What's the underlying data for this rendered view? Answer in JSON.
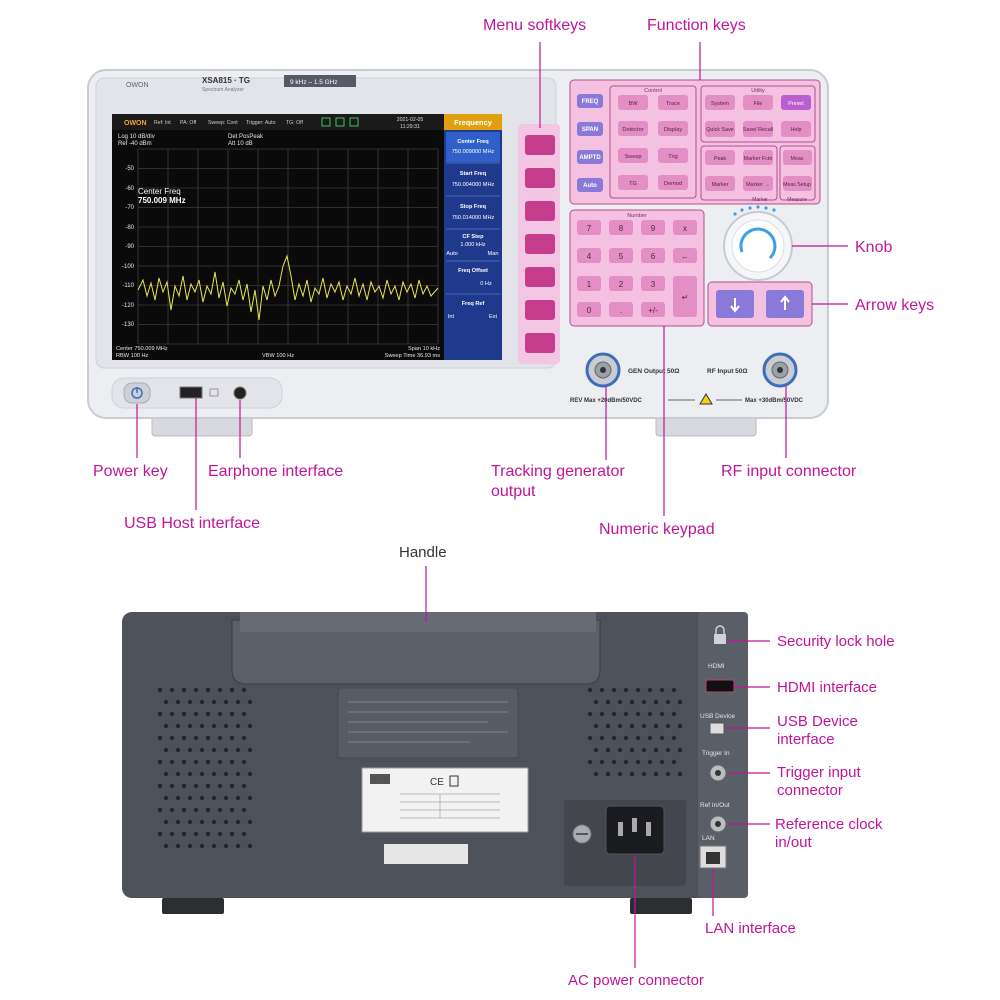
{
  "callouts": {
    "menu_softkeys": "Menu softkeys",
    "function_keys": "Function keys",
    "knob": "Knob",
    "arrow_keys": "Arrow keys",
    "power_key": "Power key",
    "earphone_interface": "Earphone interface",
    "usb_host_interface": "USB Host interface",
    "tracking_generator_output": "Tracking generator\noutput",
    "rf_input_connector": "RF input connector",
    "numeric_keypad": "Numeric keypad",
    "handle": "Handle",
    "security_lock_hole": "Security lock hole",
    "hdmi_interface": "HDMI interface",
    "usb_device_interface": "USB Device\ninterface",
    "trigger_input_connector": "Trigger input\nconnector",
    "reference_clock": "Reference clock\nin/out",
    "lan_interface": "LAN interface",
    "ac_power_connector": "AC power connector"
  },
  "device": {
    "model": "XSA815 · TG",
    "subtitle": "Spectrum Analyzer",
    "freq_range": "9 kHz – 1.5 GHz",
    "brand": "OWON"
  },
  "screen": {
    "status": [
      "Ref: Int",
      "PA: Off",
      "Sweep: Cont",
      "Trigger: Auto",
      "TG: Off"
    ],
    "date": "2021-02-05",
    "time": "11:29:31",
    "log_line": "Log 10 dB/div",
    "ref_line": "Ref -40 dBm",
    "det_line": "Det PosPeak",
    "att_line": "Att 10 dB",
    "y_ticks": [
      "-50",
      "-60",
      "-70",
      "-80",
      "-90",
      "-100",
      "-110",
      "-120",
      "-130"
    ],
    "marker_title": "Center Freq",
    "marker_value": "750.009 MHz",
    "center": "Center 750.009 MHz",
    "rbw": "RBW 100 Hz",
    "vbw": "VBW 100 Hz",
    "span": "Span 10 kHz",
    "sweep_time": "Sweep Time 36.93 ms",
    "menu_title": "Frequency",
    "menu": [
      {
        "label": "Center Freq",
        "value": "750.009000 MHz"
      },
      {
        "label": "Start Freq",
        "value": "750.004000 MHz"
      },
      {
        "label": "Stop Freq",
        "value": "750.014000 MHz"
      },
      {
        "label": "CF Step",
        "value": "1.000 kHz",
        "left": "Auto",
        "right": "Man"
      },
      {
        "label": "Freq Offset",
        "value": "0 Hz"
      },
      {
        "label": "Freq Ref",
        "value": "",
        "left": "Int",
        "right": "Ext"
      }
    ]
  },
  "keys": {
    "control_title": "Control",
    "utility_title": "Utility",
    "marker_title": "Marker",
    "measure_title": "Measure",
    "number_title": "Number",
    "left_col": [
      "FREQ",
      "SPAN",
      "AMPTD",
      "Auto"
    ],
    "control": [
      "BW",
      "Trace",
      "Detector",
      "Display",
      "Sweep",
      "Trig",
      "TG",
      "Demod"
    ],
    "utility": [
      "System",
      "File",
      "Preset",
      "Quick Save",
      "Save/ Recall",
      "Help"
    ],
    "marker": [
      "Peak",
      "Marker Fctn",
      "Marker",
      "Marker →"
    ],
    "measure": [
      "Meas",
      "Meas Setup"
    ],
    "numpad": [
      "7",
      "8",
      "9",
      "x",
      "4",
      "5",
      "6",
      "←",
      "1",
      "2",
      "3",
      "",
      "0",
      ".",
      "+/-",
      "↵"
    ]
  },
  "front_ports": {
    "gen_output": "GEN Output 50Ω",
    "rf_input": "RF Input 50Ω",
    "rev_max": "REV Max +20dBm/50VDC",
    "max": "Max +30dBm/50VDC"
  },
  "rear": {
    "hdmi": "HDMI",
    "usb_device": "USB Device",
    "trigger_in": "Trigger In",
    "ref_in_out": "Ref In/Out",
    "lan": "LAN"
  },
  "colors": {
    "accent": "#c0159a",
    "key_pink": "#e38fc5",
    "key_purple": "#8a79d8",
    "screen_bg": "#0a0a0a",
    "trace": "#e7e64f",
    "menu_bg": "#1f3a8c",
    "panel": "#eceef2",
    "rear_body": "#4d5159"
  }
}
